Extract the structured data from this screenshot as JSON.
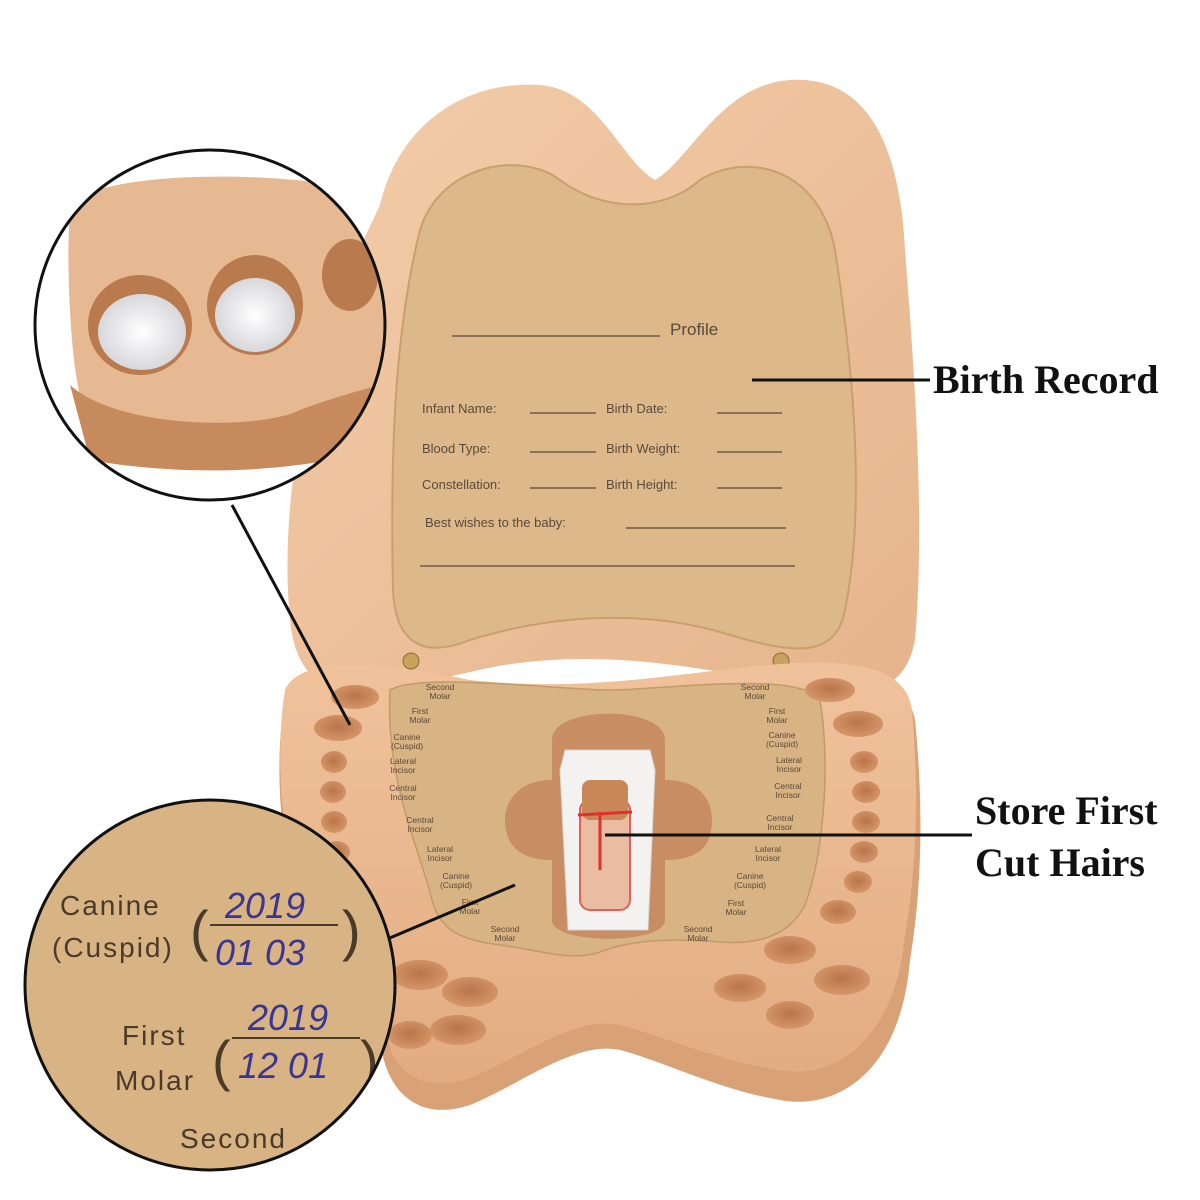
{
  "callouts": {
    "birth_record": "Birth Record",
    "store_hair_line1": "Store First",
    "store_hair_line2": "Cut Hairs"
  },
  "card": {
    "profile_label": "Profile",
    "infant_name": "Infant Name:",
    "birth_date": "Birth Date:",
    "blood_type": "Blood Type:",
    "birth_weight": "Birth Weight:",
    "constellation": "Constellation:",
    "birth_height": "Birth Height:",
    "best_wishes": "Best wishes to the baby:"
  },
  "tray_labels": {
    "left": [
      [
        "Second",
        "Molar"
      ],
      [
        "First",
        "Molar"
      ],
      [
        "Canine",
        "(Cuspid)"
      ],
      [
        "Lateral",
        "Incisor"
      ],
      [
        "Central",
        "Incisor"
      ],
      [
        "Central",
        "Incisor"
      ],
      [
        "Lateral",
        "Incisor"
      ],
      [
        "Canine",
        "(Cuspid)"
      ],
      [
        "First",
        "Molar"
      ],
      [
        "Second",
        "Molar"
      ]
    ],
    "right": [
      [
        "Second",
        "Molar"
      ],
      [
        "First",
        "Molar"
      ],
      [
        "Canine",
        "(Cuspid)"
      ],
      [
        "Lateral",
        "Incisor"
      ],
      [
        "Central",
        "Incisor"
      ],
      [
        "Central",
        "Incisor"
      ],
      [
        "Lateral",
        "Incisor"
      ],
      [
        "Canine",
        "(Cuspid)"
      ],
      [
        "First",
        "Molar"
      ],
      [
        "Second",
        "Molar"
      ]
    ]
  },
  "zoom_detail": {
    "canine": "Canine",
    "cuspid": "(Cuspid)",
    "canine_year": "2019",
    "canine_date": "01 03",
    "first": "First",
    "molar": "Molar",
    "molar_year": "2019",
    "molar_date": "12 01",
    "second": "Second"
  },
  "colors": {
    "wood": "#f1c8a4",
    "wood_dark": "#d9a47c",
    "card": "#dcb88a",
    "ink": "#5a4a3a",
    "handwriting": "#3a3590"
  }
}
